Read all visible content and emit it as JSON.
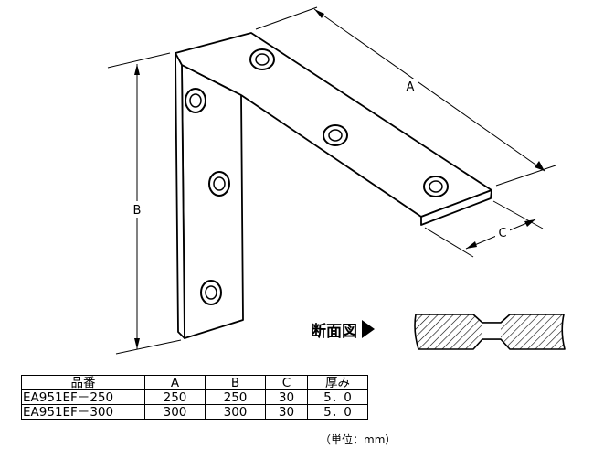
{
  "diagram": {
    "dimension_labels": {
      "a": "A",
      "b": "B",
      "c": "C"
    },
    "section_view_label": "断面図",
    "colors": {
      "line": "#000000",
      "background": "#ffffff"
    }
  },
  "table": {
    "headers": [
      "品番",
      "A",
      "B",
      "C",
      "厚み"
    ],
    "rows": [
      {
        "part_no": "EA951EF－250",
        "a": "250",
        "b": "250",
        "c": "30",
        "thickness": "5．0"
      },
      {
        "part_no": "EA951EF－300",
        "a": "300",
        "b": "300",
        "c": "30",
        "thickness": "5．0"
      }
    ]
  },
  "unit_note": "（単位：mm）"
}
